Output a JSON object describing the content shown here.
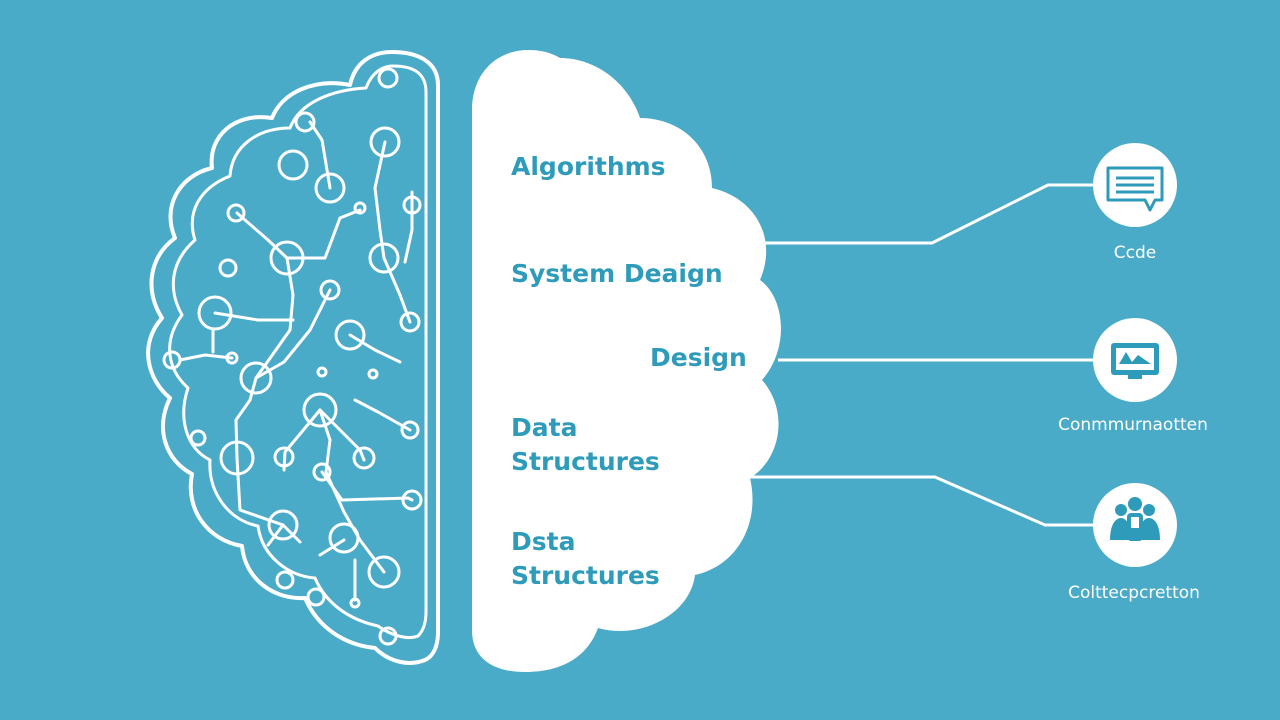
{
  "colors": {
    "background": "#4aabc8",
    "foreground": "#ffffff",
    "topic_text": "#2e9bbb"
  },
  "topics": [
    {
      "id": "algorithms",
      "text": "Algorithms"
    },
    {
      "id": "system-deaign",
      "text": "System Deaign"
    },
    {
      "id": "design",
      "text": "Design"
    },
    {
      "id": "data-structures",
      "line1": "Data",
      "line2": "Structures"
    },
    {
      "id": "dsta-structures",
      "line1": "Dsta",
      "line2": "Structures"
    }
  ],
  "nodes": [
    {
      "id": "code",
      "label": "Ccde",
      "icon": "chat-bubble-icon"
    },
    {
      "id": "communication",
      "label": "Conmmurnaotten",
      "icon": "monitor-icon"
    },
    {
      "id": "collaboration",
      "label": "Colttecpcretton",
      "icon": "people-icon"
    }
  ]
}
